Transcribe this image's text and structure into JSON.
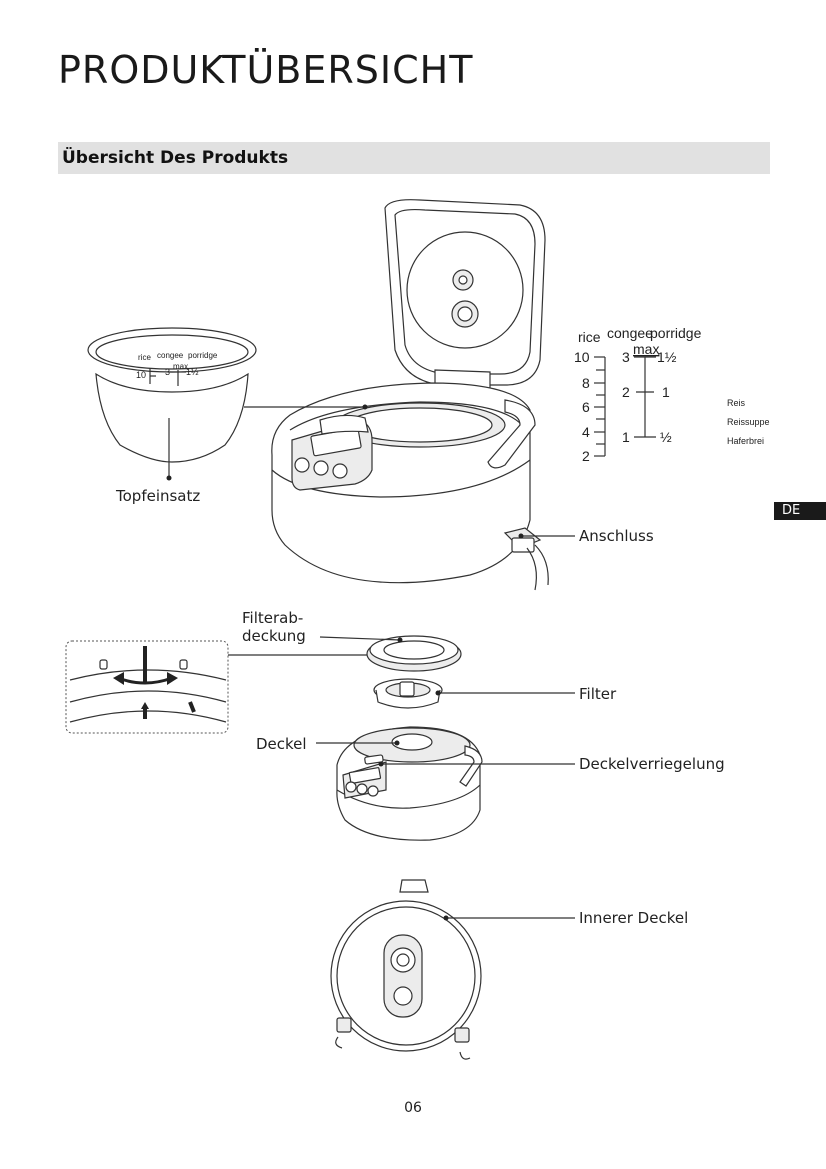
{
  "header": {
    "title": "PRODUKTÜBERSICHT"
  },
  "section": {
    "title": "Übersicht Des Produkts"
  },
  "labels": {
    "inner_pot": "Topfeinsatz",
    "connector": "Anschluss",
    "filter_cover_line1": "Filterab-",
    "filter_cover_line2": "deckung",
    "filter": "Filter",
    "lid": "Deckel",
    "lid_lock": "Deckelverriegelung",
    "inner_lid": "Innerer Deckel"
  },
  "scale": {
    "col_rice": "rice",
    "col_congee": "congee",
    "col_porridge": "porridge",
    "max": "max",
    "rice_marks": [
      "10",
      "8",
      "6",
      "4",
      "2"
    ],
    "congee_marks": [
      "3",
      "2",
      "1"
    ],
    "porridge_marks": [
      "1½",
      "1",
      "½"
    ]
  },
  "pot_scale": {
    "col_rice": "rice",
    "col_congee": "congee",
    "col_porridge": "porridge",
    "max": "max",
    "rice_top": "10",
    "congee_top": "3",
    "porridge_top": "1½"
  },
  "legend": [
    "Reis",
    "Reissuppe",
    "Haferbrei"
  ],
  "language_tab": "DE",
  "page_number": "06"
}
